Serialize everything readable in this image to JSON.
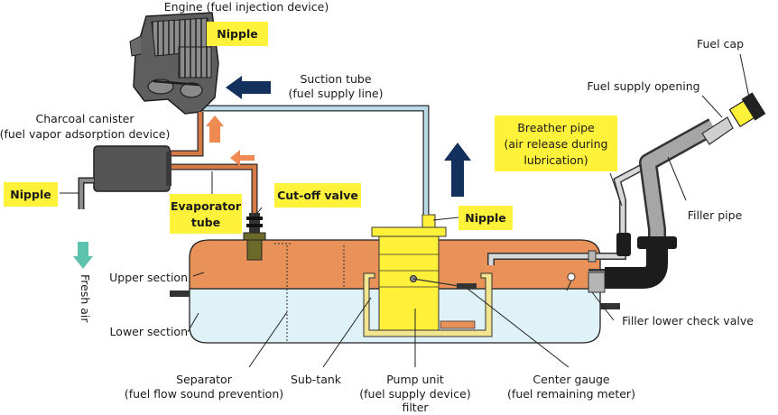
{
  "labels": {
    "engine": "Engine (fuel injection device)",
    "nipple_engine": "Nipple",
    "suction_tube_1": "Suction tube",
    "suction_tube_2": "(fuel supply line)",
    "charcoal_1": "Charcoal canister",
    "charcoal_2": "(fuel vapor adsorption device)",
    "nipple_left": "Nipple",
    "evaporator_1": "Evaporator",
    "evaporator_2": "tube",
    "cutoff": "Cut-off valve",
    "nipple_pump": "Nipple",
    "fuel_cap": "Fuel cap",
    "fuel_supply_opening": "Fuel supply opening",
    "breather_1": "Breather pipe",
    "breather_2": "(air release during",
    "breather_3": "lubrication)",
    "filler_pipe": "Filler pipe",
    "fresh_air": "Fresh air",
    "upper_section": "Upper section",
    "lower_section": "Lower section",
    "filler_check": "Filler lower check valve",
    "separator_1": "Separator",
    "separator_2": "(fuel flow sound prevention)",
    "subtank": "Sub-tank",
    "pump_1": "Pump unit",
    "pump_2": "(fuel supply device)",
    "pump_3": "filter",
    "gauge_1": "Center gauge",
    "gauge_2": "(fuel remaining meter)"
  },
  "colors": {
    "tank_upper": "#e8925a",
    "tank_lower": "#dff2f8",
    "highlight": "#fff23a",
    "arrow_navy": "#14305c",
    "arrow_orange": "#ef8a53",
    "arrow_teal": "#5dc3ad",
    "pipe_gray": "#9c9c9c",
    "hose_black": "#1c1c1c",
    "pump_yellow": "#fff13a",
    "canister": "#555555",
    "evap_tube": "#d57a45",
    "suction_tube": "#bcd9ea"
  },
  "icons": {
    "engine": "engine-illustration",
    "canister": "charcoal-canister-shape",
    "fuel_cap": "fuel-cap-shape"
  }
}
